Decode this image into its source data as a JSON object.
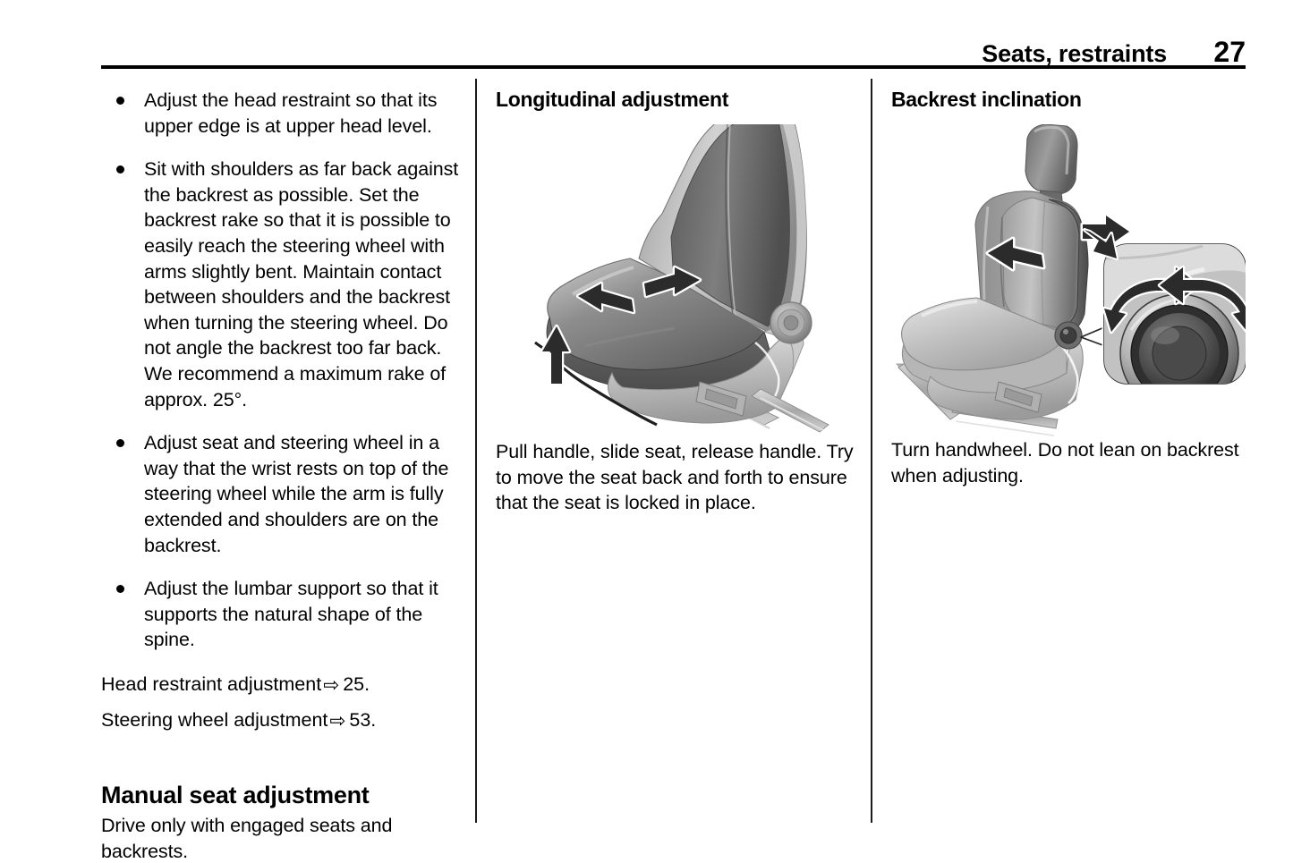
{
  "header": {
    "title": "Seats, restraints",
    "page_number": "27"
  },
  "left_column": {
    "bullets": [
      "Adjust the head restraint so that its upper edge is at upper head level.",
      "Sit with shoulders as far back against the backrest as possible. Set the backrest rake so that it is possible to easily reach the steering wheel with arms slightly bent. Maintain contact between shoulders and the backrest when turning the steering wheel. Do not angle the backrest too far back. We recommend a maximum rake of approx. 25°.",
      "Adjust seat and steering wheel in a way that the wrist rests on top of the steering wheel while the arm is fully extended and shoulders are on the backrest.",
      "Adjust the lumbar support so that it supports the natural shape of the spine."
    ],
    "cross_references": [
      {
        "label": "Head restraint adjustment",
        "arrow": "⇨",
        "page": "25."
      },
      {
        "label": "Steering wheel adjustment",
        "arrow": "⇨",
        "page": "53."
      }
    ],
    "section_heading": "Manual seat adjustment",
    "section_body": "Drive only with engaged seats and backrests."
  },
  "middle_column": {
    "heading": "Longitudinal adjustment",
    "figure": {
      "name": "car-seat-longitudinal-adjustment-illustration",
      "arrows": [
        "arrow-left",
        "arrow-right",
        "arrow-up"
      ]
    },
    "caption": "Pull handle, slide seat, release handle. Try to move the seat back and forth to ensure that the seat is locked in place."
  },
  "right_column": {
    "heading": "Backrest inclination",
    "figure": {
      "name": "car-seat-backrest-inclination-illustration",
      "arrows": [
        "arrow-left",
        "arrow-right",
        "rotate-counterclockwise",
        "rotate-clockwise"
      ],
      "callout": "handwheel-detail-callout"
    },
    "caption": "Turn handwheel. Do not lean on backrest when adjusting."
  },
  "colors": {
    "ink": "#000000",
    "paper": "#ffffff",
    "rule": "#000000",
    "divider": "#1a1a1a",
    "seat_dark": "#4a4a4a",
    "seat_mid": "#8a8a8a",
    "seat_light": "#c9c9c9",
    "seat_highlight": "#e8e8e8",
    "arrow_fill": "#2b2b2b",
    "arrow_stroke": "#ffffff"
  }
}
